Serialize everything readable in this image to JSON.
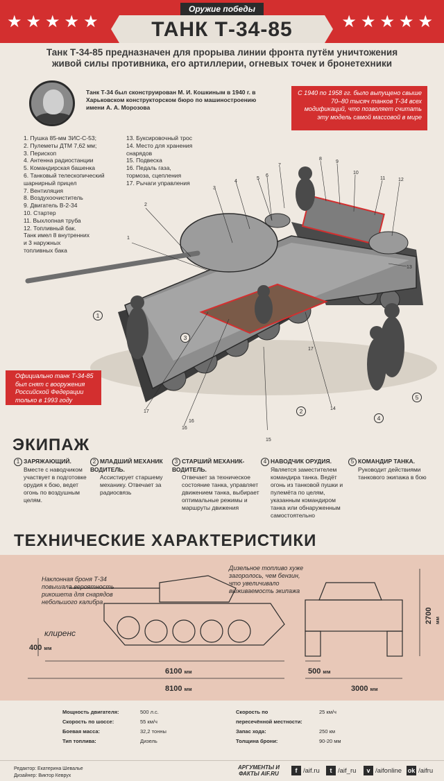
{
  "header": {
    "subtitle": "Оружие победы",
    "title": "ТАНК Т-34-85",
    "stars_left": "★★★★★",
    "stars_right": "★★★★★"
  },
  "intro": "Танк Т-34-85 предназначен для прорыва линии фронта путём уничтожения живой силы противника, его артиллерии, огневых точек и бронетехники",
  "bio": "Танк Т-34 был сконструирован М. И. Кошкиным в 1940 г. в Харьковском конструкторском бюро по машиностроению имени А. А. Морозова",
  "note_production": "С 1940 по 1958 гг. было выпущено свыше 70–80 тысяч танков Т-34 всех модификаций, что позволяет считать эту модель самой массовой в мире",
  "note_decommission": "Официально танк Т-34-85 был снят с вооружения Российской Федерации только в 1993 году",
  "parts_col1": [
    "1. Пушка 85-мм ЗИС-С-53;",
    "2. Пулеметы ДТМ 7,62 мм;",
    "3. Перископ",
    "4. Антенна радиостанции",
    "5. Командирская башенка",
    "6. Танковый телескопический\nшарнирный прицел",
    "7. Вентиляция",
    "8. Воздухоочиститель",
    "9. Двигатель В-2-34",
    "10. Стартер",
    "11. Выхлопная труба",
    "12. Топливный бак.\nТанк имел 8 внутренних\nи 3 наружных\nтопливных бака"
  ],
  "parts_col2": [
    "13. Буксировочный трос",
    "14. Место для хранения\nснарядов",
    "15. Подвеска",
    "16. Педаль газа,\nтормоза, сцепления",
    "17. Рычаги управления"
  ],
  "callouts": [
    "1",
    "2",
    "3",
    "4",
    "5",
    "6",
    "7",
    "8",
    "9",
    "10",
    "11",
    "12",
    "13",
    "14",
    "15",
    "16",
    "17",
    "16",
    "17"
  ],
  "crew_markers": [
    "①",
    "②",
    "③",
    "④",
    "⑤"
  ],
  "crew_title": "ЭКИПАЖ",
  "crew": [
    {
      "num": "1",
      "title": "ЗАРЯЖАЮЩИЙ.",
      "desc": "Вместе с наводчиком участвует в подготовке орудия к бою, ведет огонь по воздушным целям."
    },
    {
      "num": "2",
      "title": "МЛАДШИЙ МЕХАНИК ВОДИТЕЛЬ.",
      "desc": "Ассистирует старшему механику. Отвечает за радиосвязь"
    },
    {
      "num": "3",
      "title": "СТАРШИЙ МЕХАНИК-ВОДИТЕЛЬ.",
      "desc": "Отвечает за техническое состояние танка, управляет движением танка, выбирает оптимальные режимы и маршруты движения"
    },
    {
      "num": "4",
      "title": "НАВОДЧИК ОРУДИЯ.",
      "desc": "Является заместителем командира танка. Ведёт огонь из танковой пушки и пулемёта по целям, указанным командиром танка или обнаруженным самостоятельно"
    },
    {
      "num": "5",
      "title": "КОМАНДИР ТАНКА.",
      "desc": "Руководит действиями танкового экипажа в бою"
    }
  ],
  "specs_title": "ТЕХНИЧЕСКИЕ ХАРАКТЕРИСТИКИ",
  "spec_notes": {
    "armor": "Наклонная броня Т-34 повышала вероятность рикошета для снарядов небольшого калибра",
    "diesel": "Дизельное топливо хуже загоролось, чем бензин, что увеличивало выживаемость экипажа",
    "clearance": "клиренс"
  },
  "dims": {
    "clearance": "400",
    "clearance_unit": "мм",
    "hull_length": "6100",
    "hull_length_unit": "мм",
    "total_length": "8100",
    "total_length_unit": "мм",
    "track_width": "500",
    "track_width_unit": "мм",
    "width": "3000",
    "width_unit": "мм",
    "height": "2700",
    "height_unit": "мм"
  },
  "stats_left": [
    {
      "k": "Мощность двигателя:",
      "v": "500 л.с."
    },
    {
      "k": "Скорость по шоссе:",
      "v": "55 км/ч"
    },
    {
      "k": "Боевая масса:",
      "v": "32,2 тонны"
    },
    {
      "k": "Тип топлива:",
      "v": "Дизель"
    }
  ],
  "stats_right": [
    {
      "k": "Скорость по\nпересечённой местности:",
      "v": "25 км/ч"
    },
    {
      "k": "Запас хода:",
      "v": "250 км"
    },
    {
      "k": "Толщина брони:",
      "v": "90-20 мм"
    }
  ],
  "footer": {
    "editor": "Редактор: Екатерина Шевалье",
    "designer": "Дизайнер: Виктор Кеврух",
    "logo": "АРГУМЕНТЫ И ФАКТЫ AIF.RU",
    "social": [
      {
        "icon": "f",
        "name": "facebook-icon",
        "label": "/aif.ru"
      },
      {
        "icon": "t",
        "name": "twitter-icon",
        "label": "/aif_ru"
      },
      {
        "icon": "v",
        "name": "vk-icon",
        "label": "/aifonline"
      },
      {
        "icon": "ok",
        "name": "odnoklassniki-icon",
        "label": "/aifru"
      }
    ]
  },
  "colors": {
    "accent": "#d32f2f",
    "background": "#efe9e1",
    "specs_panel": "#e8c8b8",
    "dark": "#2b2b2b"
  }
}
